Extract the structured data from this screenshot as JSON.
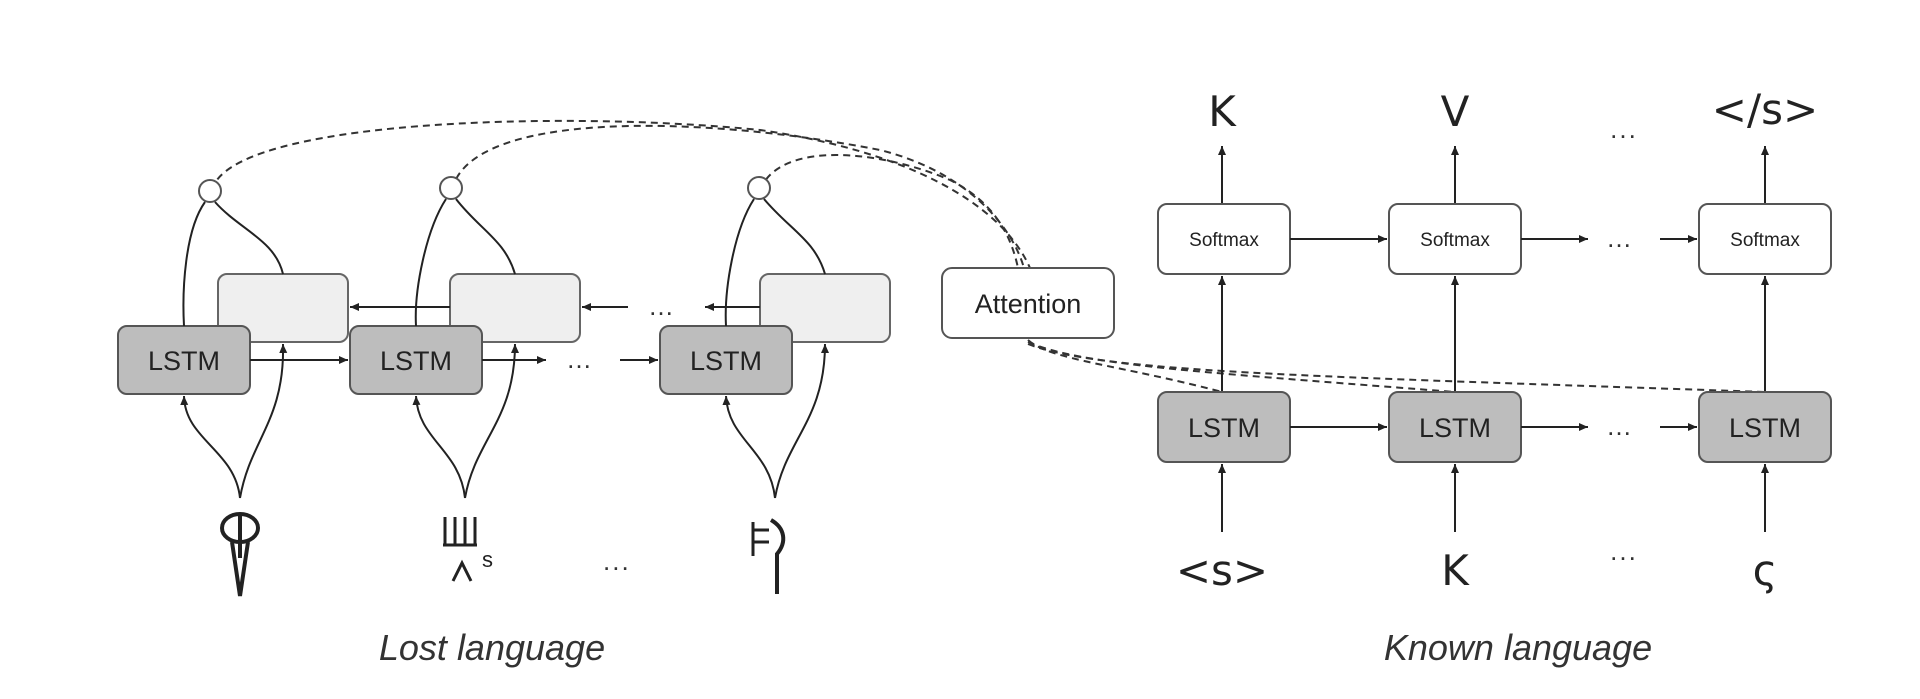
{
  "lost": {
    "caption": "Lost language",
    "lstm_label": "LSTM",
    "ellipsis": "…",
    "input_ellipsis": "..."
  },
  "attention": {
    "label": "Attention"
  },
  "known": {
    "caption": "Known language",
    "lstm_label": "LSTM",
    "softmax_label": "Softmax",
    "outputs": [
      "K",
      "V",
      "</s>"
    ],
    "inputs": [
      "<s>",
      "K",
      "ς"
    ],
    "ellipsis": "…",
    "output_ellipsis": "...",
    "input_ellipsis": "..."
  }
}
